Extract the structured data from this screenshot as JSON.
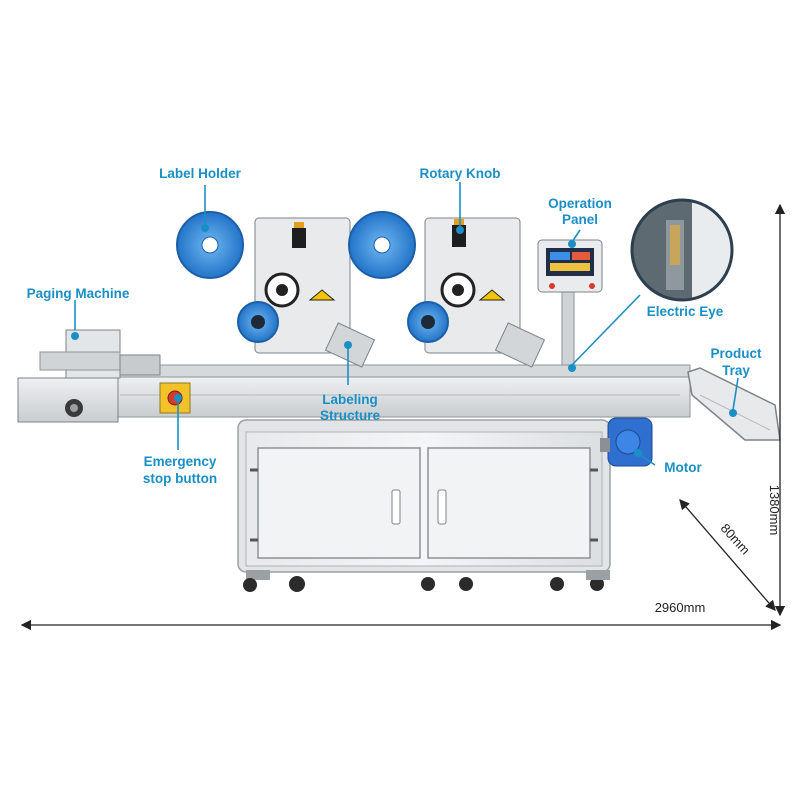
{
  "colors": {
    "accent": "#1a8fc6",
    "frame": "#d9dcde",
    "blue_part": "#2f8fe0",
    "dimension_line": "#222222"
  },
  "callouts": {
    "label_holder": "Label Holder",
    "rotary_knob": "Rotary Knob",
    "operation_panel_1": "Operation",
    "operation_panel_2": "Panel",
    "paging_machine": "Paging Machine",
    "electric_eye": "Electric Eye",
    "product_tray_1": "Product",
    "product_tray_2": "Tray",
    "labeling_structure_1": "Labeling",
    "labeling_structure_2": "Structure",
    "emergency_stop_1": "Emergency",
    "emergency_stop_2": "stop button",
    "motor": "Motor"
  },
  "dimensions": {
    "length": "2960mm",
    "width": "80mm",
    "height": "1380mm"
  }
}
